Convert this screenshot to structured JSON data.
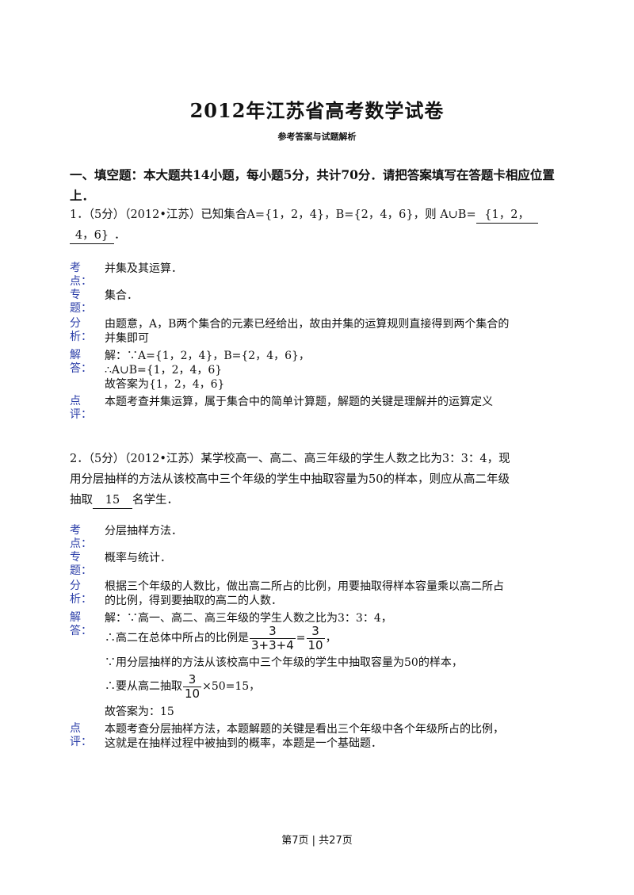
{
  "header": {
    "title": "2012年江苏省高考数学试卷",
    "subtitle": "参考答案与试题解析"
  },
  "section": {
    "heading": "一、填空题：本大题共14小题，每小题5分，共计70分．请把答案填写在答题卡相应位置上．"
  },
  "q1": {
    "stem": "1．（5分）（2012•江苏）已知集合A={1，2，4}，B={2，4，6}，则 A∪B=",
    "answer_part1": "{1，2，",
    "answer_part2": "4，6}",
    "end": "．",
    "kaodian_label": [
      "考",
      "点："
    ],
    "kaodian": "并集及其运算．",
    "zhuanti_label": [
      "专",
      "题："
    ],
    "zhuanti": "集合．",
    "fenxi_label": [
      "分",
      "析："
    ],
    "fenxi_line1": "由题意，A，B两个集合的元素已经给出，故由并集的运算规则直接得到两个集合的",
    "fenxi_line2": "并集即可",
    "jieda_label": [
      "解",
      "答："
    ],
    "jieda_line1": "解：∵A={1，2，4}，B={2，4，6}，",
    "jieda_line2": "∴A∪B={1，2，4，6}",
    "jieda_line3": "故答案为{1，2，4，6}",
    "dianping_label": [
      "点",
      "评："
    ],
    "dianping": "本题考查并集运算，属于集合中的简单计算题，解题的关键是理解并的运算定义"
  },
  "q2": {
    "stem_line1": "2．（5分）（2012•江苏）某学校高一、高二、高三年级的学生人数之比为3：3：4，现",
    "stem_line2": "用分层抽样的方法从该校高中三个年级的学生中抽取容量为50的样本，则应从高二年级",
    "stem_pre": "抽取",
    "answer": "15",
    "stem_post": "名学生．",
    "kaodian_label": [
      "考",
      "点："
    ],
    "kaodian": "分层抽样方法．",
    "zhuanti_label": [
      "专",
      "题："
    ],
    "zhuanti": "概率与统计．",
    "fenxi_label": [
      "分",
      "析："
    ],
    "fenxi_line1": "根据三个年级的人数比，做出高二所占的比例，用要抽取得样本容量乘以高二所占",
    "fenxi_line2": "的比例，得到要抽取的高二的人数．",
    "jieda_label": [
      "解",
      "答："
    ],
    "jieda_line1": "解：∵高一、高二、高三年级的学生人数之比为3：3：4，",
    "jieda_line2_pre": "∴高二在总体中所占的比例是",
    "frac1_num": "3",
    "frac1_den": "3+3+4",
    "eq": "=",
    "frac2_num": "3",
    "frac2_den": "10",
    "comma": "，",
    "jieda_line3": "∵用分层抽样的方法从该校高中三个年级的学生中抽取容量为50的样本，",
    "jieda_line4_pre": "∴要从高二抽取",
    "frac3_num": "3",
    "frac3_den": "10",
    "jieda_line4_post": "×50=15，",
    "jieda_line5": "故答案为：15",
    "dianping_label": [
      "点",
      "评："
    ],
    "dianping_line1": "本题考查分层抽样方法，本题解题的关键是看出三个年级中各个年级所占的比例，",
    "dianping_line2": "这就是在抽样过程中被抽到的概率，本题是一个基础题．"
  },
  "footer": {
    "page_info": "第7页 | 共27页"
  }
}
